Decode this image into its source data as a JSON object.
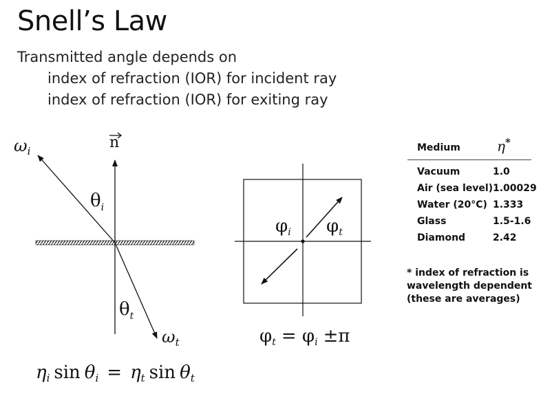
{
  "slide": {
    "title": "Snell’s Law",
    "bullets": [
      "Transmitted angle depends on",
      "index of refraction (IOR) for incident ray",
      "index of refraction (IOR) for exiting ray"
    ]
  },
  "left_diagram": {
    "normal_label": "n",
    "incident_dir": "ω",
    "incident_sub": "i",
    "incident_angle": "θ",
    "incident_angle_sub": "i",
    "transmit_angle": "θ",
    "transmit_angle_sub": "t",
    "transmit_dir": "ω",
    "transmit_sub": "t",
    "equation": {
      "eta": "η",
      "sin": "sin",
      "theta": "θ",
      "sub_i": "i",
      "sub_t": "t",
      "equals": "="
    }
  },
  "middle_diagram": {
    "phi": "φ",
    "sub_i": "i",
    "sub_t": "t",
    "equation_rest": "= φ",
    "pm_pi": "±π"
  },
  "ior_table": {
    "header_medium": "Medium",
    "header_eta": "η",
    "header_star": "*",
    "rows": [
      {
        "medium": "Vacuum",
        "eta": "1.0"
      },
      {
        "medium": "Air (sea level)",
        "eta": "1.00029"
      },
      {
        "medium": "Water (20°C)",
        "eta": "1.333"
      },
      {
        "medium": "Glass",
        "eta": "1.5-1.6"
      },
      {
        "medium": "Diamond",
        "eta": "2.42"
      }
    ],
    "footnote": [
      "* index of refraction is",
      "wavelength dependent",
      "(these are averages)"
    ]
  }
}
